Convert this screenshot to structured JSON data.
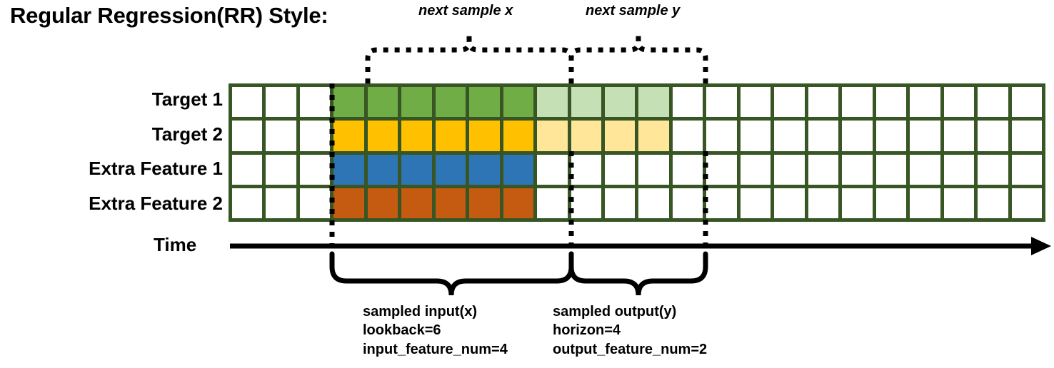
{
  "title": "Regular Regression(RR) Style:",
  "rows": [
    {
      "label": "Target 1",
      "name": "target-1"
    },
    {
      "label": "Target 2",
      "name": "target-2"
    },
    {
      "label": "Extra Feature 1",
      "name": "extra-feature-1"
    },
    {
      "label": "Extra Feature 2",
      "name": "extra-feature-2"
    }
  ],
  "annotations": {
    "next_sample_x": "next sample x",
    "next_sample_y": "next sample y",
    "time_axis": "Time"
  },
  "input_brace": {
    "line1": "sampled input(x)",
    "line2": "lookback=6",
    "line3": "input_feature_num=4"
  },
  "output_brace": {
    "line1": "sampled output(y)",
    "line2": "horizon=4",
    "line3": "output_feature_num=2"
  },
  "colors": {
    "border": "#375623",
    "green": "#70AD47",
    "green_light": "#C5E0B4",
    "yellow": "#FFC000",
    "yellow_light": "#FFE699",
    "blue": "#2E75B6",
    "orange": "#C55A11",
    "white": "#FFFFFF",
    "ink": "#000000"
  },
  "grid": {
    "columns": 24,
    "rows": 4,
    "lookback_start_col": 3,
    "lookback_end_col": 9,
    "horizon_start_col": 9,
    "horizon_end_col": 13,
    "cell_colors": [
      [
        "#FFFFFF",
        "#FFFFFF",
        "#FFFFFF",
        "#70AD47",
        "#70AD47",
        "#70AD47",
        "#70AD47",
        "#70AD47",
        "#70AD47",
        "#C5E0B4",
        "#C5E0B4",
        "#C5E0B4",
        "#C5E0B4",
        "#FFFFFF",
        "#FFFFFF",
        "#FFFFFF",
        "#FFFFFF",
        "#FFFFFF",
        "#FFFFFF",
        "#FFFFFF",
        "#FFFFFF",
        "#FFFFFF",
        "#FFFFFF",
        "#FFFFFF"
      ],
      [
        "#FFFFFF",
        "#FFFFFF",
        "#FFFFFF",
        "#FFC000",
        "#FFC000",
        "#FFC000",
        "#FFC000",
        "#FFC000",
        "#FFC000",
        "#FFE699",
        "#FFE699",
        "#FFE699",
        "#FFE699",
        "#FFFFFF",
        "#FFFFFF",
        "#FFFFFF",
        "#FFFFFF",
        "#FFFFFF",
        "#FFFFFF",
        "#FFFFFF",
        "#FFFFFF",
        "#FFFFFF",
        "#FFFFFF",
        "#FFFFFF"
      ],
      [
        "#FFFFFF",
        "#FFFFFF",
        "#FFFFFF",
        "#2E75B6",
        "#2E75B6",
        "#2E75B6",
        "#2E75B6",
        "#2E75B6",
        "#2E75B6",
        "#FFFFFF",
        "#FFFFFF",
        "#FFFFFF",
        "#FFFFFF",
        "#FFFFFF",
        "#FFFFFF",
        "#FFFFFF",
        "#FFFFFF",
        "#FFFFFF",
        "#FFFFFF",
        "#FFFFFF",
        "#FFFFFF",
        "#FFFFFF",
        "#FFFFFF",
        "#FFFFFF"
      ],
      [
        "#FFFFFF",
        "#FFFFFF",
        "#FFFFFF",
        "#C55A11",
        "#C55A11",
        "#C55A11",
        "#C55A11",
        "#C55A11",
        "#C55A11",
        "#FFFFFF",
        "#FFFFFF",
        "#FFFFFF",
        "#FFFFFF",
        "#FFFFFF",
        "#FFFFFF",
        "#FFFFFF",
        "#FFFFFF",
        "#FFFFFF",
        "#FFFFFF",
        "#FFFFFF",
        "#FFFFFF",
        "#FFFFFF",
        "#FFFFFF",
        "#FFFFFF"
      ]
    ]
  }
}
